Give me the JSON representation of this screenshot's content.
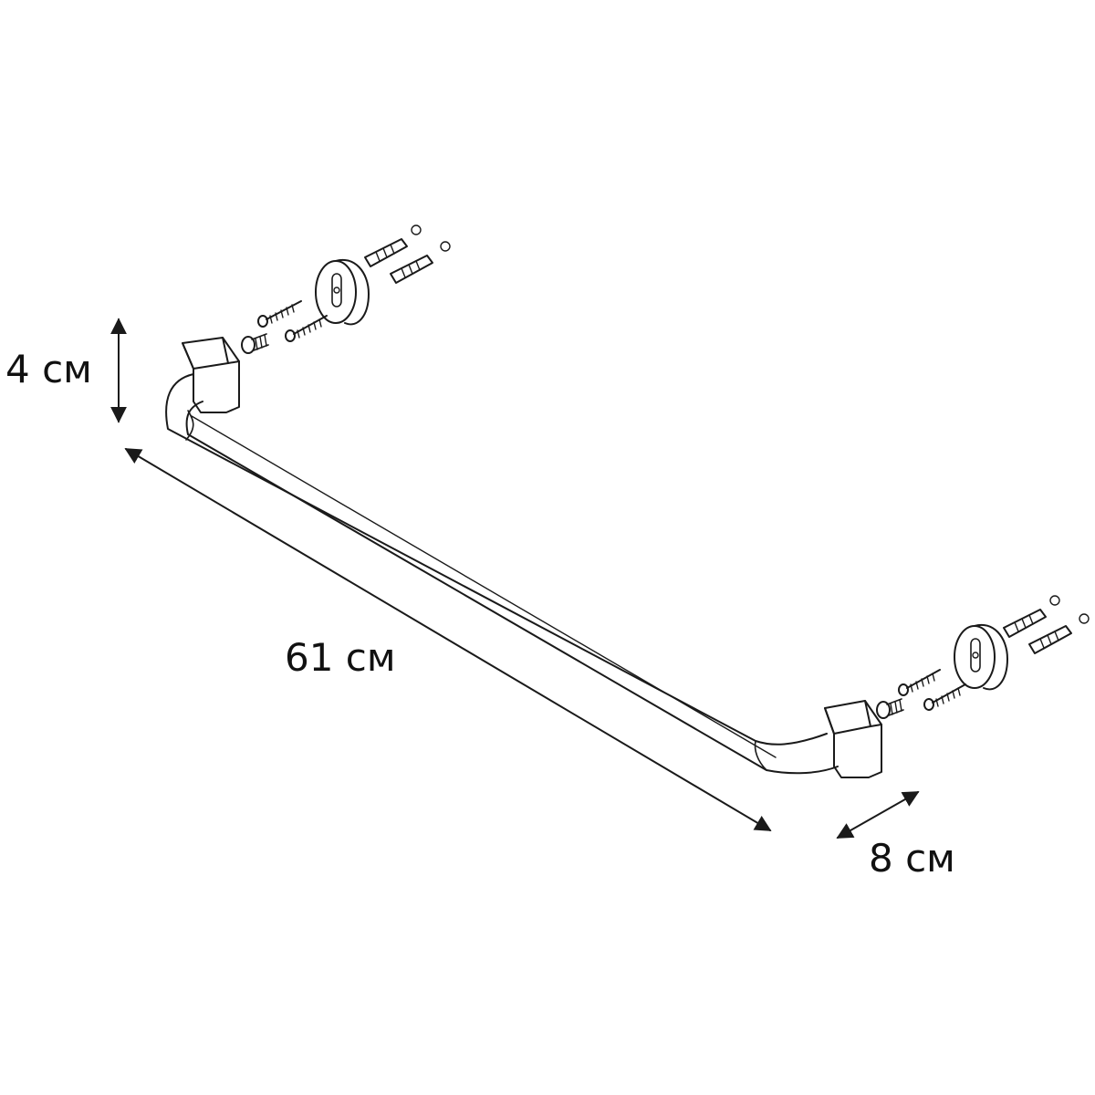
{
  "drawing": {
    "subject": "towel-bar-assembly",
    "stroke_color": "#1a1a1a",
    "background_color": "#ffffff"
  },
  "dimensions": {
    "height": "4 см",
    "length": "61 см",
    "depth": "8 см"
  }
}
